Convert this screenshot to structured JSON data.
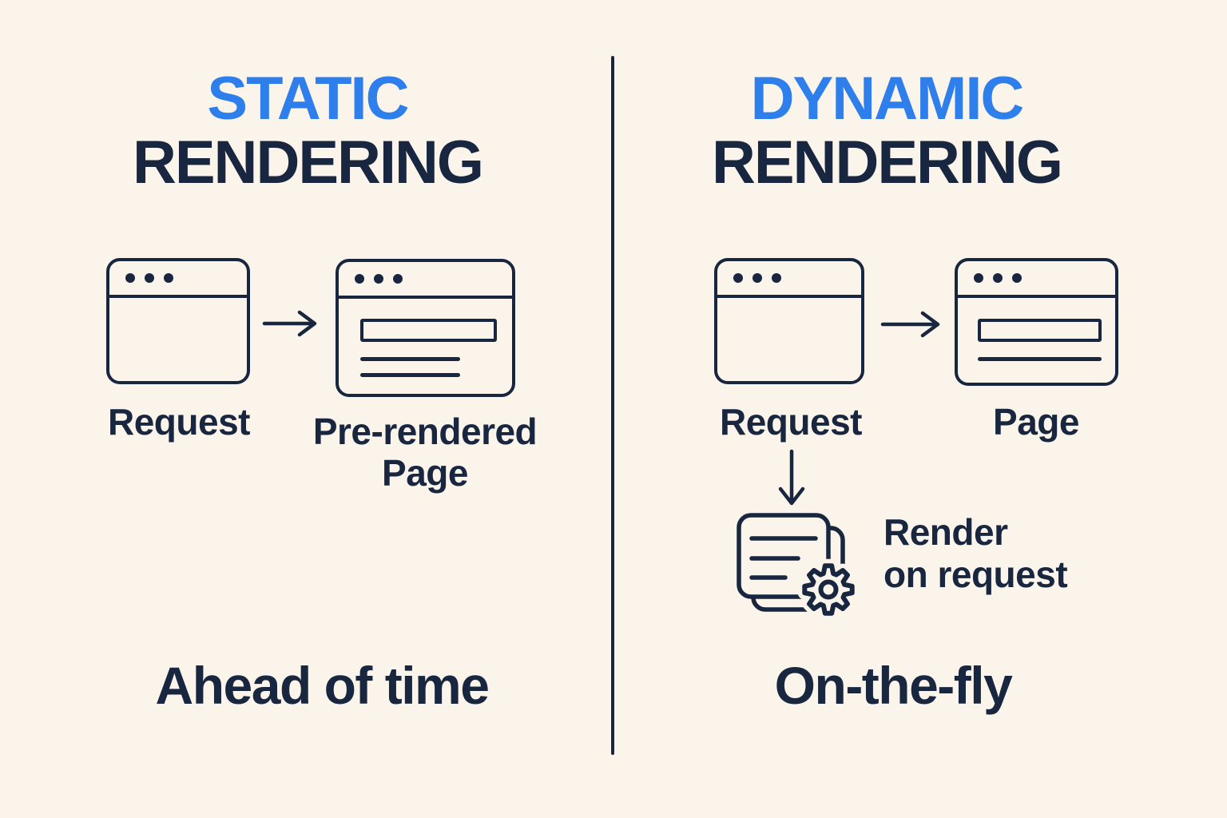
{
  "colors": {
    "background": "#FAF4EA",
    "navy": "#18263F",
    "blue": "#2E7EEB"
  },
  "left_panel": {
    "title_accent": "STATIC",
    "title_rest": "RENDERING",
    "request_label": "Request",
    "result_label_line1": "Pre-rendered",
    "result_label_line2": "Page",
    "caption": "Ahead of time"
  },
  "right_panel": {
    "title_accent": "DYNAMIC",
    "title_rest": "RENDERING",
    "request_label": "Request",
    "result_label": "Page",
    "process_label_line1": "Render",
    "process_label_line2": "on request",
    "caption": "On-the-fly"
  },
  "icons": {
    "left_request": "browser-window-icon",
    "left_result": "browser-window-content-icon",
    "right_request": "browser-window-icon",
    "right_result": "browser-window-content-icon",
    "flow_right": "arrow-right-icon",
    "flow_down": "arrow-down-icon",
    "process": "documents-gear-icon"
  }
}
